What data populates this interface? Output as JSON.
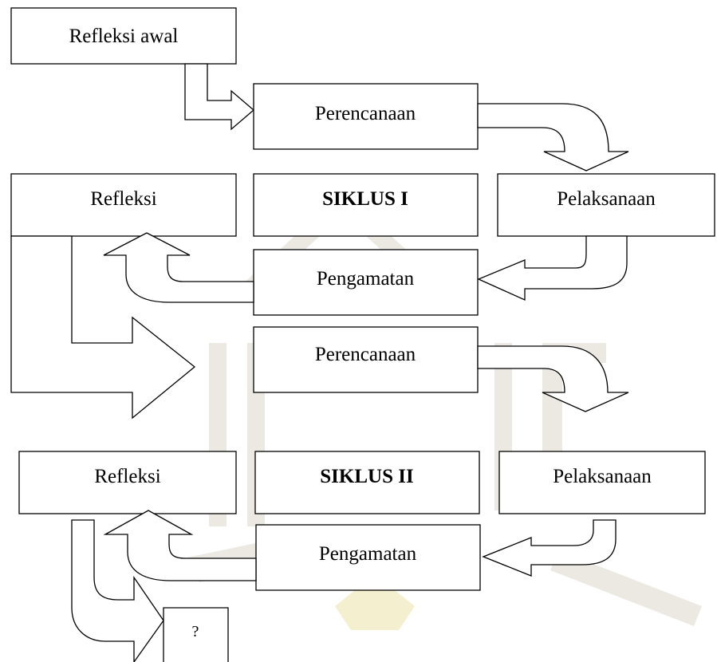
{
  "diagram": {
    "start": {
      "label": "Refleksi awal"
    },
    "cycle1": {
      "title": "SIKLUS I",
      "planning": "Perencanaan",
      "acting": "Pelaksanaan",
      "observing": "Pengamatan",
      "reflecting": "Refleksi"
    },
    "cycle2": {
      "title": "SIKLUS II",
      "planning": "Perencanaan",
      "acting": "Pelaksanaan",
      "observing": "Pengamatan",
      "reflecting": "Refleksi"
    },
    "next": {
      "label": "?"
    }
  }
}
